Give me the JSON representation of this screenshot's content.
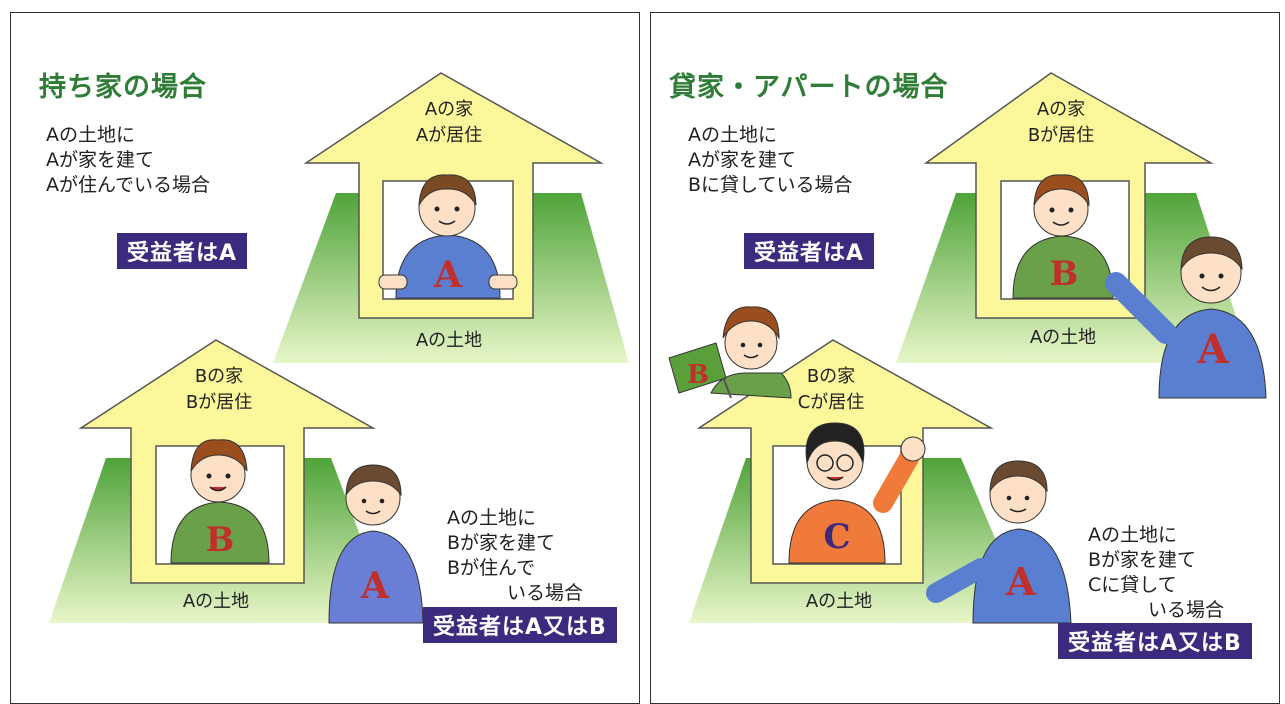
{
  "left": {
    "title": "持ち家の場合",
    "desc": [
      "Aの土地に",
      "Aが家を建て",
      "Aが住んでいる場合"
    ],
    "beneficiary": "受益者はA",
    "house1": {
      "line1": "Aの家",
      "line2": "Aが居住",
      "land": "Aの土地",
      "person_letter": "A"
    },
    "house2": {
      "line1": "Bの家",
      "line2": "Bが居住",
      "land": "Aの土地",
      "person_letter": "B",
      "owner_letter": "A"
    },
    "desc2": [
      "Aの土地に",
      "Bが家を建て",
      "Bが住んで",
      "いる場合"
    ],
    "beneficiary2": "受益者はA又はB"
  },
  "right": {
    "title": "貸家・アパートの場合",
    "desc": [
      "Aの土地に",
      "Aが家を建て",
      "Bに貸している場合"
    ],
    "beneficiary": "受益者はA",
    "house1": {
      "line1": "Aの家",
      "line2": "Bが居住",
      "land": "Aの土地",
      "person_letter": "B",
      "owner_letter": "A"
    },
    "house2": {
      "line1": "Bの家",
      "line2": "Cが居住",
      "land": "Aの土地",
      "person_letter": "C",
      "owner_letter": "A",
      "flag_letter": "B"
    },
    "desc2": [
      "Aの土地に",
      "Bが家を建て",
      "Cに貸して",
      "いる場合"
    ],
    "beneficiary2": "受益者はA又はB"
  },
  "colors": {
    "title_green": "#2f7d36",
    "badge_purple": "#3b2a7e",
    "house_yellow": "#fbf79a",
    "land_green": "#6fc04a",
    "shirt_blue": "#5b7fd0",
    "shirt_green": "#6aa04a",
    "shirt_orange": "#f07a3a",
    "letter_red": "#c0302a"
  }
}
